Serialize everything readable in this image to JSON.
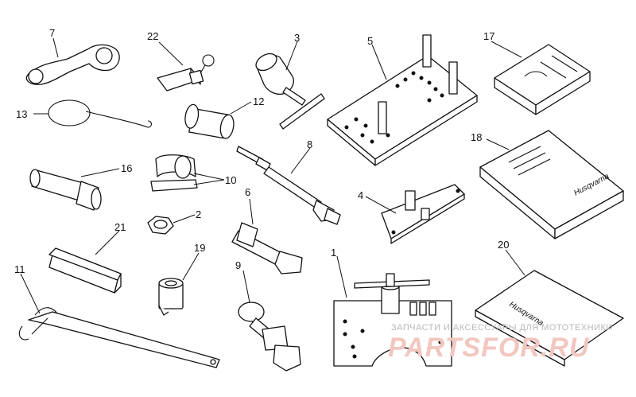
{
  "parts": [
    {
      "id": "p7",
      "label": "7",
      "name": "double ring spanner"
    },
    {
      "id": "p22",
      "label": "22",
      "name": "key fob"
    },
    {
      "id": "p3",
      "label": "3",
      "name": "T-handle puller"
    },
    {
      "id": "p5",
      "label": "5",
      "name": "mounting plate with pins"
    },
    {
      "id": "p17",
      "label": "17",
      "name": "booklet"
    },
    {
      "id": "p13",
      "label": "13",
      "name": "wire ring hook"
    },
    {
      "id": "p12",
      "label": "12",
      "name": "sleeve tool"
    },
    {
      "id": "p18",
      "label": "18",
      "name": "manual"
    },
    {
      "id": "p16",
      "label": "16",
      "name": "socket wrench"
    },
    {
      "id": "p10",
      "label": "10",
      "name": "half shells"
    },
    {
      "id": "p8",
      "label": "8",
      "name": "long bolt"
    },
    {
      "id": "p4",
      "label": "4",
      "name": "bracket"
    },
    {
      "id": "p6",
      "label": "6",
      "name": "bolt with nut"
    },
    {
      "id": "p2",
      "label": "2",
      "name": "nut"
    },
    {
      "id": "p21",
      "label": "21",
      "name": "hex bar"
    },
    {
      "id": "p19",
      "label": "19",
      "name": "cylinder pin"
    },
    {
      "id": "p20",
      "label": "20",
      "name": "spiral notebook"
    },
    {
      "id": "p1",
      "label": "1",
      "name": "press fixture"
    },
    {
      "id": "p11",
      "label": "11",
      "name": "holding wrench"
    },
    {
      "id": "p9",
      "label": "9",
      "name": "stepped bolt"
    }
  ],
  "booklets": {
    "manual_brand": "Husqvarna",
    "notebook_brand": "Husqvarna"
  },
  "watermark": {
    "top": "ЗАПЧАСТИ И АКСЕССУАРЫ ДЛЯ МОТОТЕХНИКИ",
    "brand": "PARTSFOR.RU"
  }
}
